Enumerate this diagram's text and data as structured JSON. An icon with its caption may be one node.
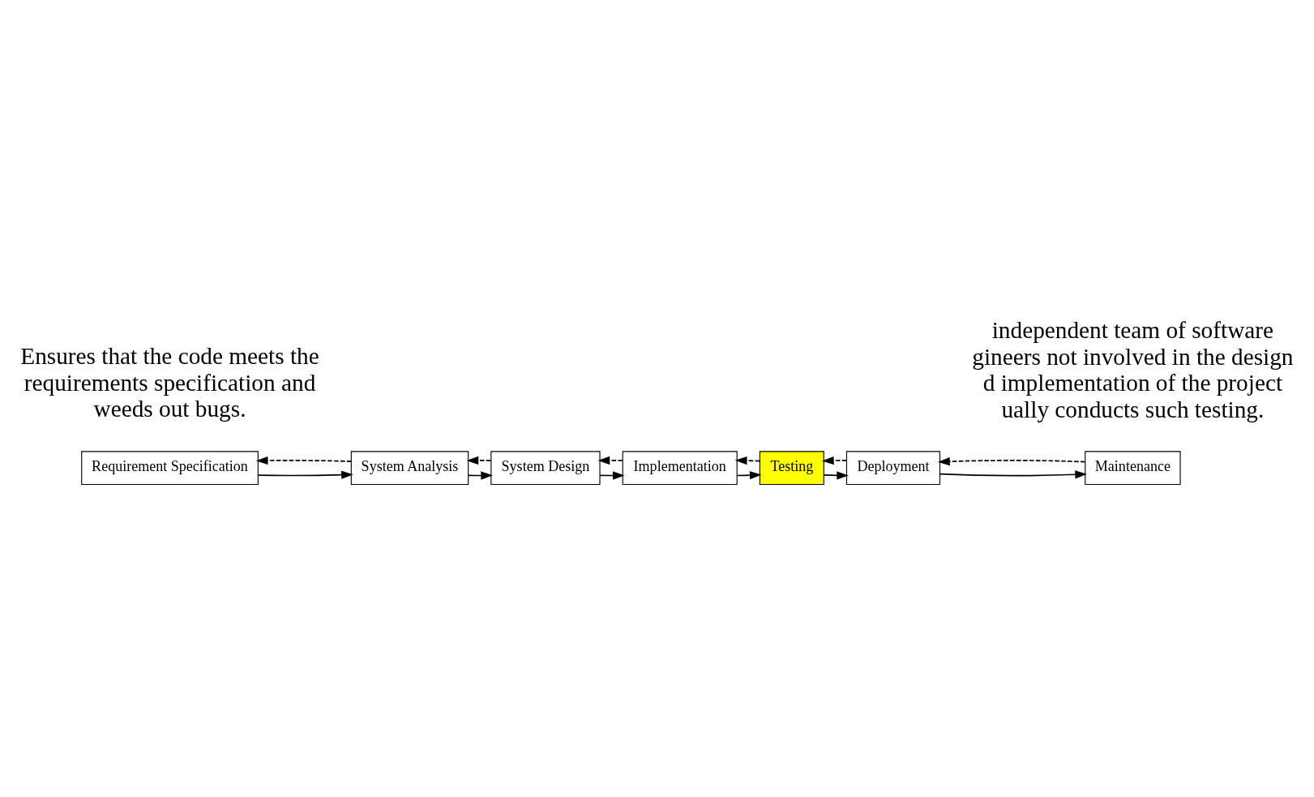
{
  "diagram": {
    "nodes": [
      {
        "text": [
          "Requirement Specification"
        ]
      },
      {
        "text": [
          "System Analysis"
        ]
      },
      {
        "text": [
          "System Design"
        ]
      },
      {
        "text": [
          "Implementation"
        ]
      },
      {
        "text": [
          "Testing"
        ]
      },
      {
        "text": [
          "Deployment"
        ]
      },
      {
        "text": [
          "Maintenance"
        ]
      }
    ],
    "edges": [
      {
        "from": 0,
        "to": 1,
        "arrow": "to"
      },
      {
        "from": 1,
        "to": 0,
        "arrow": "to",
        "style": "dashed"
      },
      {
        "from": 1,
        "to": 2,
        "arrow": "to"
      },
      {
        "from": 2,
        "to": 1,
        "arrow": "to",
        "style": "dashed"
      },
      {
        "from": 2,
        "to": 3,
        "arrow": "to"
      },
      {
        "from": 3,
        "to": 2,
        "arrow": "to",
        "style": "dashed"
      },
      {
        "from": 3,
        "to": 4,
        "arrow": "to"
      },
      {
        "from": 4,
        "to": 3,
        "arrow": "to",
        "style": "dashed"
      },
      {
        "from": 4,
        "to": 5,
        "arrow": "to"
      },
      {
        "from": 5,
        "to": 4,
        "arrow": "to",
        "style": "dashed"
      },
      {
        "from": 5,
        "to": 6,
        "arrow": "to"
      },
      {
        "from": 6,
        "to": 5,
        "arrow": "to",
        "style": "dashed"
      }
    ],
    "labels": [
      "Ensures that the code meets the requirements specification and weeds out bugs.",
      "independent team of software gineers not involved in the design d implementation of the project ually conducts such testing."
    ]
  }
}
